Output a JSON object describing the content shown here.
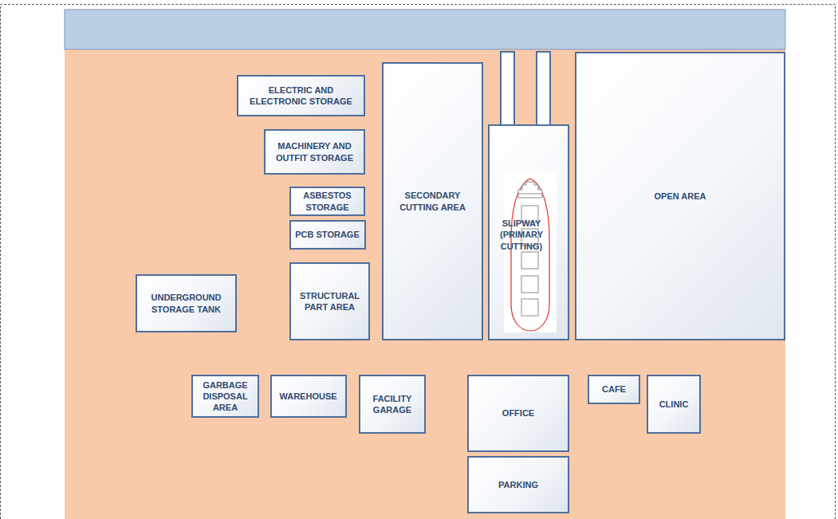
{
  "diagram": {
    "nodes": [
      {
        "text": [
          "ELECTRIC AND ELECTRONIC STORAGE"
        ]
      },
      {
        "text": [
          "SECONDARY CUTTING AREA"
        ]
      },
      {
        "text": [
          "SLIPWAY (PRIMARY CUTTING)"
        ]
      },
      {
        "text": [
          "OPEN AREA"
        ]
      },
      {
        "text": [
          "MACHINERY AND OUTFIT STORAGE"
        ]
      },
      {
        "text": [
          "ASBESTOS STORAGE"
        ]
      },
      {
        "text": [
          "PCB STORAGE"
        ]
      },
      {
        "text": [
          "UNDERGROUND STORAGE TANK"
        ]
      },
      {
        "text": [
          "STRUCTURAL PART AREA"
        ]
      },
      {
        "text": [
          "GARBAGE DISPOSAL AREA"
        ]
      },
      {
        "text": [
          "WAREHOUSE"
        ]
      },
      {
        "text": [
          "FACILITY GARAGE"
        ]
      },
      {
        "text": [
          "OFFICE"
        ]
      },
      {
        "text": [
          "CAFE"
        ]
      },
      {
        "text": [
          "CLINIC"
        ]
      },
      {
        "text": [
          "PARKING"
        ]
      }
    ]
  }
}
